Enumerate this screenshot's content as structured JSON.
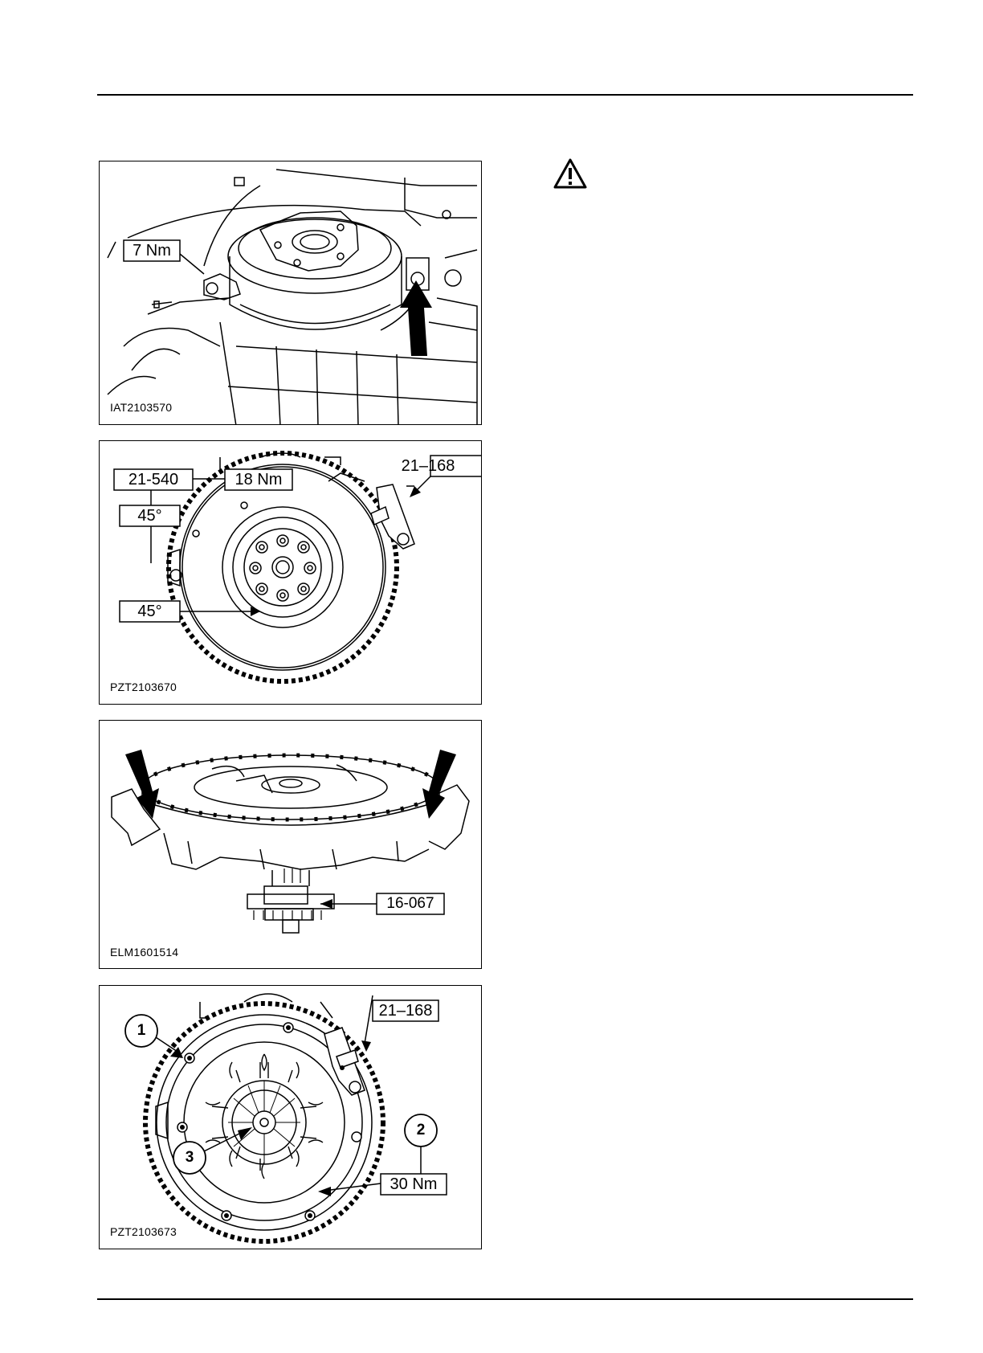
{
  "figures": [
    {
      "id": "IAT2103570",
      "callouts": {
        "torque": "7 Nm"
      }
    },
    {
      "id": "PZT2103670",
      "callouts": {
        "tool_a": "21-540",
        "torque": "18 Nm",
        "tool_b": "21–168",
        "angle_1": "45°",
        "angle_2": "45°"
      }
    },
    {
      "id": "ELM1601514",
      "callouts": {
        "tool": "16-067"
      }
    },
    {
      "id": "PZT2103673",
      "callouts": {
        "tool": "21–168",
        "item_1": "1",
        "item_2": "2",
        "item_3": "3",
        "torque": "30 Nm"
      }
    }
  ],
  "warning_icon": "warning-triangle-icon"
}
